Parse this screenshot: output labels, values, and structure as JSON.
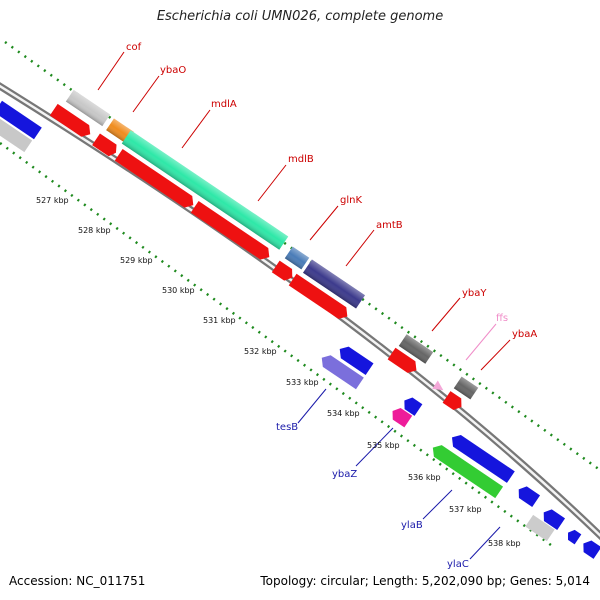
{
  "title": "Escherichia coli UMN026, complete genome",
  "footer": {
    "accession": "Accession: NC_011751",
    "summary": "Topology: circular; Length: 5,202,090 bp; Genes: 5,014"
  },
  "colors": {
    "backbone": "#888888",
    "tick_dots": "#1e8a1e",
    "forward_label": "#cc0000",
    "reverse_label": "#1a1aaa",
    "reverse_light_label": "#f08cc8"
  },
  "scale": {
    "unit": "kbp",
    "ticks": [
      "527 kbp",
      "528 kbp",
      "529 kbp",
      "530 kbp",
      "531 kbp",
      "532 kbp",
      "533 kbp",
      "534 kbp",
      "535 kbp",
      "536 kbp",
      "537 kbp",
      "538 kbp"
    ]
  },
  "genes": {
    "forward_labels": [
      {
        "text": "cof"
      },
      {
        "text": "ybaO"
      },
      {
        "text": "mdlA"
      },
      {
        "text": "mdlB"
      },
      {
        "text": "glnK"
      },
      {
        "text": "amtB"
      },
      {
        "text": "ybaY"
      },
      {
        "text": "ffs"
      },
      {
        "text": "ybaA"
      }
    ],
    "reverse_labels": [
      {
        "text": "tesB"
      },
      {
        "text": "ybaZ"
      },
      {
        "text": "ylaB"
      },
      {
        "text": "ylaC"
      }
    ]
  }
}
